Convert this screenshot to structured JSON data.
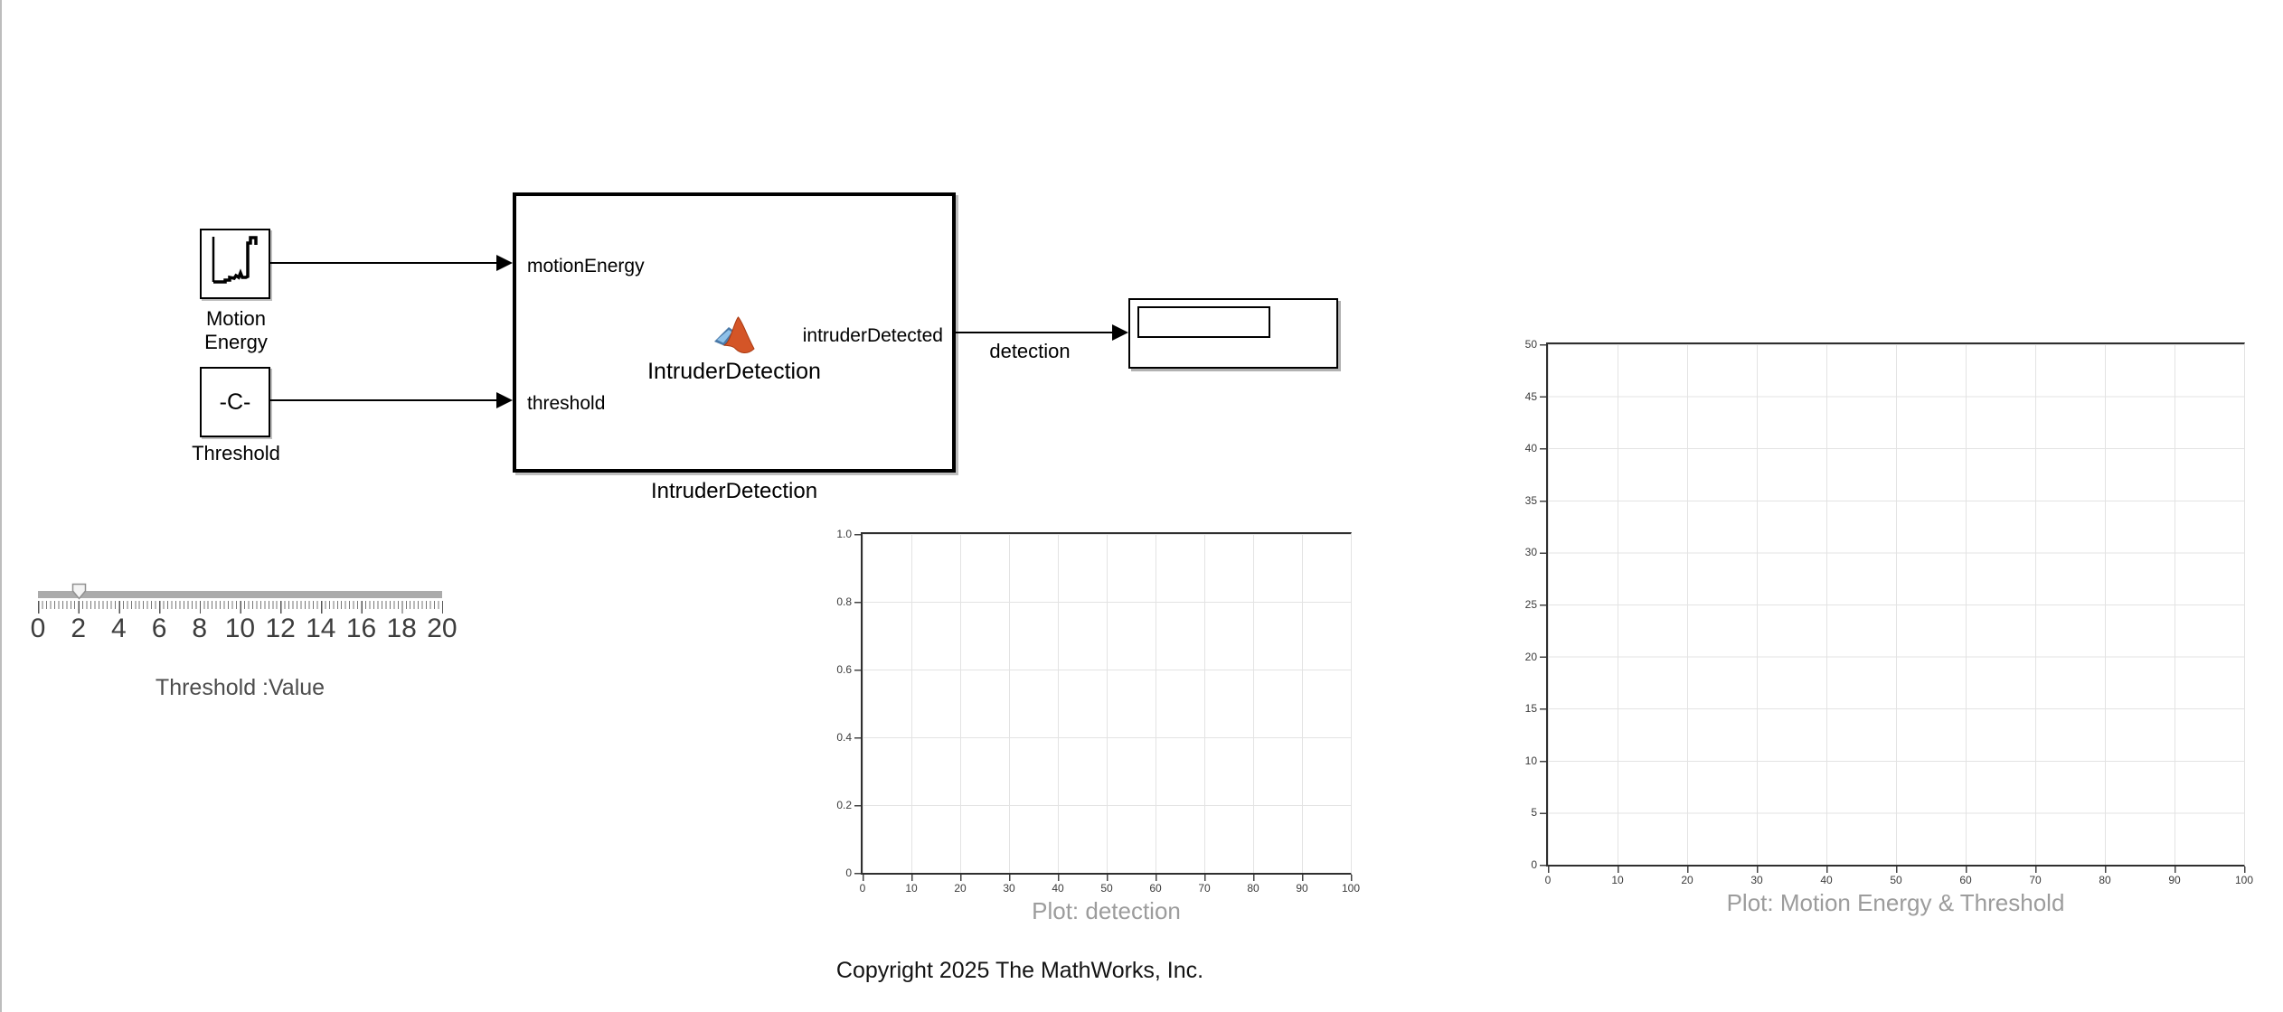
{
  "window": {
    "copyright": "Copyright 2025 The MathWorks, Inc."
  },
  "diagram": {
    "source_block": {
      "name_line1": "Motion",
      "name_line2": "Energy",
      "icon": "signal-waveform-icon"
    },
    "constant_block": {
      "value": "-C-",
      "name": "Threshold"
    },
    "function_block": {
      "name": "IntruderDetection",
      "inner_label": "IntruderDetection",
      "icon": "matlab-logo-icon",
      "input_ports": [
        "motionEnergy",
        "threshold"
      ],
      "output_ports": [
        "intruderDetected"
      ]
    },
    "display_block": {
      "value": ""
    },
    "signal_labels": {
      "detection": "detection"
    }
  },
  "slider": {
    "caption": "Threshold :Value",
    "min": 0,
    "max": 20,
    "value": 2,
    "tick_labels": [
      "0",
      "2",
      "4",
      "6",
      "8",
      "10",
      "12",
      "14",
      "16",
      "18",
      "20"
    ]
  },
  "charts": [
    {
      "type": "line",
      "title": "Plot: detection",
      "x_ticks": [
        "0",
        "10",
        "20",
        "30",
        "40",
        "50",
        "60",
        "70",
        "80",
        "90",
        "100"
      ],
      "y_ticks": [
        "1.0",
        "0.8",
        "0.6",
        "0.4",
        "0.2",
        "0"
      ],
      "xlim": [
        0,
        100
      ],
      "ylim": [
        0,
        1.0
      ],
      "grid": true,
      "series": []
    },
    {
      "type": "line",
      "title": "Plot: Motion Energy & Threshold",
      "x_ticks": [
        "0",
        "10",
        "20",
        "30",
        "40",
        "50",
        "60",
        "70",
        "80",
        "90",
        "100"
      ],
      "y_ticks": [
        "50",
        "45",
        "40",
        "35",
        "30",
        "25",
        "20",
        "15",
        "10",
        "5",
        "0"
      ],
      "xlim": [
        0,
        100
      ],
      "ylim": [
        0,
        50
      ],
      "grid": true,
      "series": []
    }
  ],
  "colors": {
    "grid": "#e3e3e3",
    "axis": "#2f2f2f",
    "plot_title": "#9c9c9c",
    "slider_track": "#ababab",
    "matlab_orange": "#d45527",
    "matlab_blue": "#4a79a8"
  }
}
